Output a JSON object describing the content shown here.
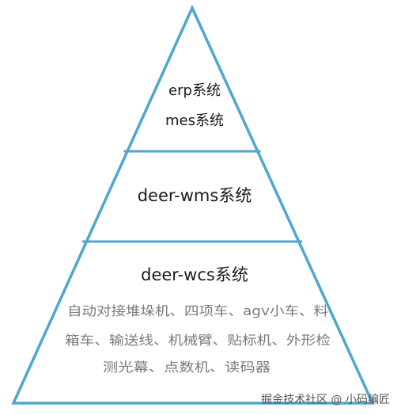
{
  "colors": {
    "outline": "#4fa6cf",
    "text_primary": "#1a1a1a",
    "text_secondary": "#7a7a7a",
    "watermark": "#555555"
  },
  "pyramid": {
    "top": {
      "lines": [
        "erp系统",
        "mes系统"
      ]
    },
    "middle": {
      "title": "deer-wms系统"
    },
    "bottom": {
      "title": "deer-wcs系统",
      "desc_lines": [
        "自动对接堆垛机、四项车、agv小车、料",
        "箱车、输送线、机械臂、贴标机、外形检",
        "测光幕、点数机、读码器"
      ]
    }
  },
  "watermark": {
    "text": "掘金技术社区 @ 小码编匠"
  }
}
